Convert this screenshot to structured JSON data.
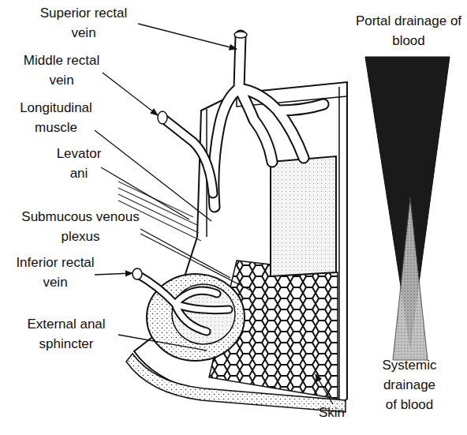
{
  "diagram": {
    "labels": [
      "Superior rectal vein",
      "Middle rectal vein",
      "Longitudinal muscle",
      "Levator ani",
      "Submucous venous plexus",
      "Inferior rectal vein",
      "External anal sphincter",
      "Skin",
      "Portal drainage of blood",
      "Systemic drainage of blood"
    ]
  }
}
